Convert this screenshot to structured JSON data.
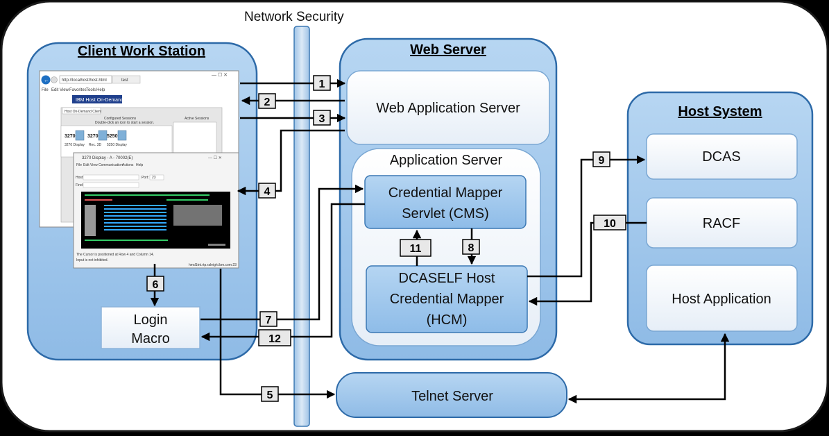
{
  "labels": {
    "network_security": "Network Security",
    "client_workstation": "Client Work Station",
    "web_server": "Web Server",
    "host_system": "Host System",
    "web_app_server": "Web Application Server",
    "application_server": "Application Server",
    "cms_line1": "Credential Mapper",
    "cms_line2": "Servlet (CMS)",
    "hcm_line1": "DCASELF Host",
    "hcm_line2": "Credential Mapper",
    "hcm_line3": "(HCM)",
    "dcas": "DCAS",
    "racf": "RACF",
    "host_application": "Host Application",
    "login_line1": "Login",
    "login_line2": "Macro",
    "telnet_server": "Telnet Server"
  },
  "steps": [
    "1",
    "2",
    "3",
    "4",
    "5",
    "6",
    "7",
    "8",
    "9",
    "10",
    "11",
    "12"
  ],
  "browser": {
    "url": "http://localhost/host.html",
    "tab": "test",
    "menu": [
      "File",
      "Edit",
      "View",
      "Favorites",
      "Tools",
      "Help"
    ],
    "banner": "IBM Host On-Demand",
    "client_tab": "Host On-Demand Client",
    "configured_sessions": "Configured Sessions",
    "double_click_hint": "Double-click an icon to start a session.",
    "active_sessions": "Active Sessions",
    "sessions": [
      {
        "code": "3270",
        "label": "3270 Display"
      },
      {
        "code": "3270",
        "label": "Rec. 3D"
      },
      {
        "code": "5250",
        "label": "5250 Display"
      }
    ]
  },
  "terminal": {
    "title": "3270 Display - A - 70002(E)",
    "menu": [
      "File",
      "Edit",
      "View",
      "Communication",
      "Actions",
      "Help"
    ],
    "host_label": "Host:",
    "port_label": "Port:",
    "port_value": "23",
    "find_label": "Find:",
    "status_line1": "The Cursor is positioned at Row 4 and Column 14.",
    "status_line2": "Input is not inhibited.",
    "address": "hmd1tnt.rtp.raleigh.ibm.com:23"
  },
  "colors": {
    "panel_fill": "#a9cdee",
    "inner_fill": "#eef4fb",
    "inner_box": "#9cc6ec",
    "outer_border": "#1a1a1a"
  }
}
